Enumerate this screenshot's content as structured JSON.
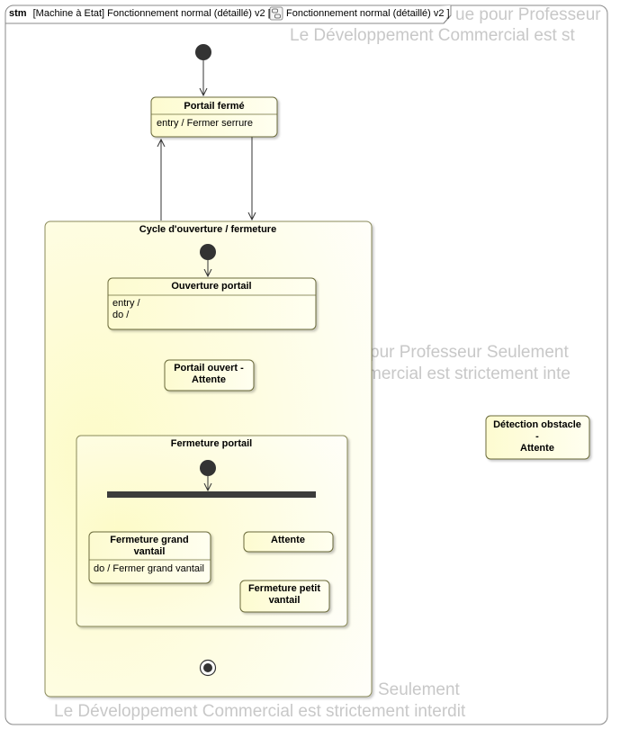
{
  "frame": {
    "kind": "stm",
    "title": "[Machine à Etat] Fonctionnement normal (détaillé) v2 [",
    "diagram_ref": "Fonctionnement normal (détaillé) v2 ]",
    "diagram_icon": "state-diagram-icon"
  },
  "states": {
    "portail_ferme": {
      "name": "Portail fermé",
      "entry": "entry / Fermer serrure"
    },
    "cycle": {
      "name": "Cycle d'ouverture / fermeture"
    },
    "ouverture": {
      "name": "Ouverture portail",
      "line1": "entry /",
      "line2": "do /"
    },
    "ouvert_attente": {
      "line1": "Portail ouvert -",
      "line2": "Attente"
    },
    "fermeture_portail": {
      "name": "Fermeture portail"
    },
    "fermeture_grand": {
      "line1": "Fermeture grand",
      "line2": "vantail",
      "do": "do / Fermer grand vantail"
    },
    "attente": {
      "name": "Attente"
    },
    "fermeture_petit": {
      "line1": "Fermeture petit",
      "line2": "vantail"
    },
    "detection": {
      "line1": "Détection obstacle",
      "line2": "-",
      "line3": "Attente"
    }
  },
  "watermark": {
    "top1": "ue pour Professeur",
    "top2": "Le Développement Commercial est st",
    "mid1": "pur Professeur Seulement",
    "mid2": "mercial est strictement inte",
    "bot1": "Seulement",
    "bot2": "Le Développement Commercial est strictement interdit"
  },
  "colors": {
    "state_fill": "#fdfcdc",
    "state_stroke": "#6b6b3a",
    "composite_fill": "#fefee6",
    "fork_bar": "#3c3c3c",
    "watermark": "#c8c8c8"
  }
}
